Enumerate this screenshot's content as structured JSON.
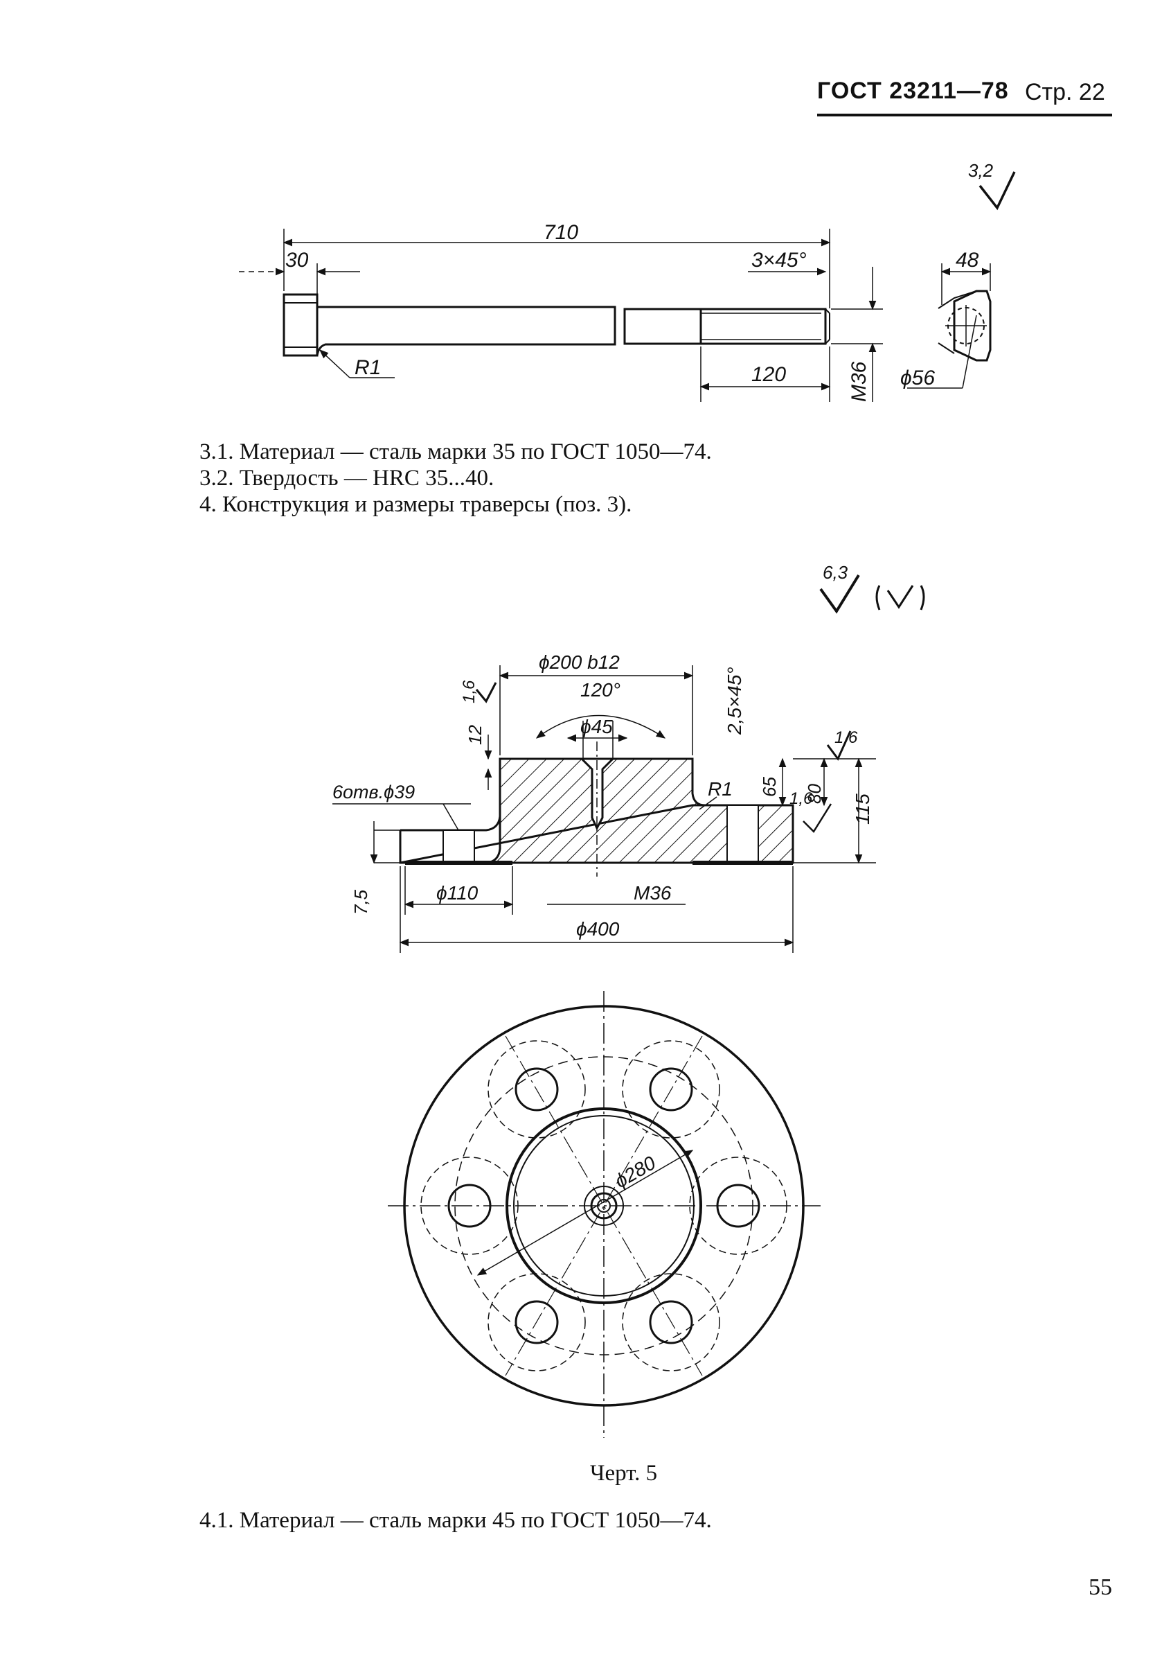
{
  "header": {
    "code": "ГОСТ 23211—78",
    "page_label": "Стр. 22"
  },
  "drawing_bolt": {
    "roughness": "3,2",
    "dim_length": "710",
    "dim_head": "30",
    "dim_chamfer": "3×45°",
    "dim_radius": "R1",
    "dim_thread_len": "120",
    "dim_thread": "M36",
    "dim_across_flats": "48",
    "dim_head_dia": "ϕ56"
  },
  "text_bolt": {
    "p31": "3.1. Материал — сталь марки 35 по ГОСТ 1050—74.",
    "p32": "3.2. Твердость — HRC 35...40.",
    "p4": "4. Конструкция и размеры траверсы (поз. 3)."
  },
  "drawing_traverse": {
    "roughness_main": "6,3",
    "roughness_paren": "(√)",
    "dim_top_dia": "ϕ200 b12",
    "dim_angle": "120°",
    "dim_bore": "ϕ45",
    "dim_chamfer": "2,5×45°",
    "rough_top": "1,6",
    "rough_right": "1,6",
    "rough_bottom": "1,6",
    "dim_12": "12",
    "dim_holes": "6отв.ϕ39",
    "dim_r1": "R1",
    "dim_65": "65",
    "dim_80": "80",
    "dim_115": "115",
    "dim_75": "7,5",
    "dim_110": "ϕ110",
    "dim_m36": "M36",
    "dim_400": "ϕ400",
    "dim_280": "ϕ280"
  },
  "caption": "Черт. 5",
  "text_material": "4.1. Материал — сталь марки 45 по ГОСТ 1050—74.",
  "page_number": "55"
}
